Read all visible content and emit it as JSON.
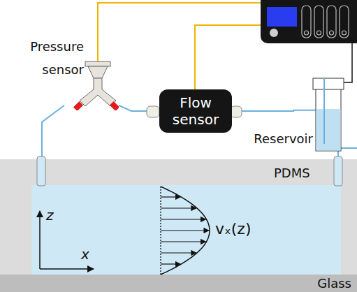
{
  "diagram": {
    "nodes": [
      {
        "text": [
          "Pressure sensor"
        ]
      },
      {
        "text": [
          "Flow sensor"
        ]
      },
      {
        "text": [
          "Reservoir"
        ]
      },
      {
        "text": [
          "PDMS"
        ]
      },
      {
        "text": [
          "Glass"
        ]
      }
    ],
    "edges": [
      {
        "from": 0,
        "to": 1,
        "arrow": "none"
      },
      {
        "from": 1,
        "to": 2,
        "arrow": "none"
      },
      {
        "from": 0,
        "to": 3,
        "arrow": "none"
      }
    ],
    "labels": [
      "z",
      "x",
      "vₓ(z)"
    ]
  }
}
